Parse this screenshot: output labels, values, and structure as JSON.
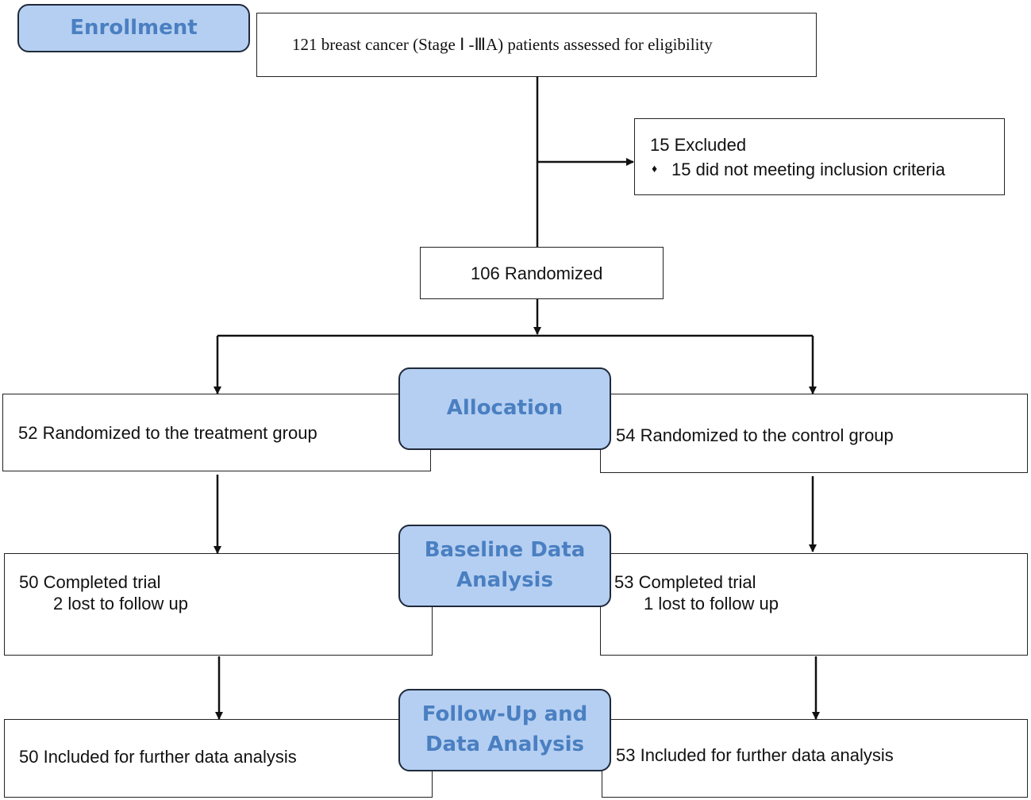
{
  "stages": {
    "enrollment": "Enrollment",
    "allocation": "Allocation",
    "baseline_l1": "Baseline Data",
    "baseline_l2": "Analysis",
    "followup_l1": "Follow-Up and",
    "followup_l2": "Data Analysis"
  },
  "boxes": {
    "assessed": "121 breast cancer (Stage Ⅰ -ⅢA) patients assessed for eligibility",
    "excluded_title": "15 Excluded",
    "excluded_bullet": "♦",
    "excluded_reason": "15 did not meeting inclusion criteria",
    "randomized": "106 Randomized",
    "treatment_alloc": "52 Randomized to the treatment group",
    "control_alloc": "54 Randomized to the control group",
    "treatment_completed": "50 Completed trial",
    "treatment_lost": "2 lost to follow up",
    "control_completed": "53 Completed trial",
    "control_lost": "1 lost to follow up",
    "treatment_analysis": "50 Included for further data analysis",
    "control_analysis": "53 Included for further data analysis"
  }
}
